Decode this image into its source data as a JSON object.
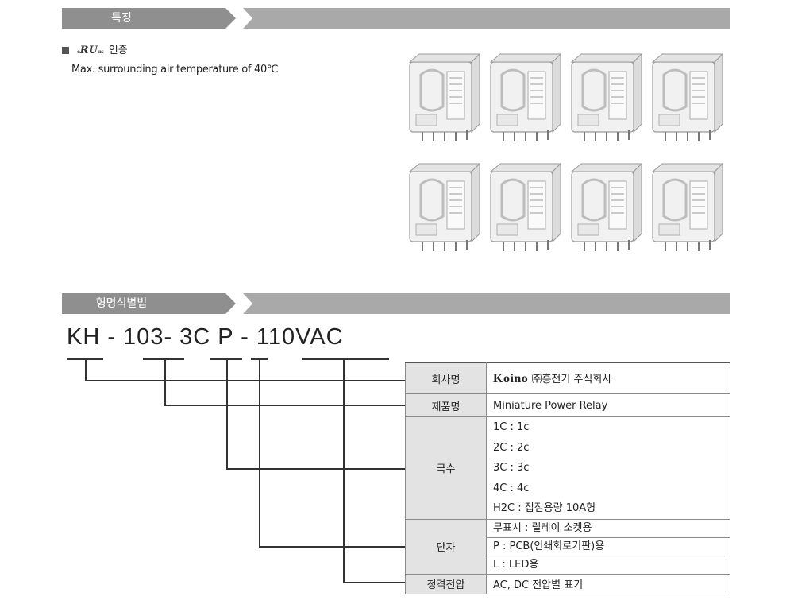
{
  "sections": {
    "features": "특징",
    "naming": "형명식별법"
  },
  "features": {
    "ul_mark": "RU",
    "ul_c": "c",
    "ul_us": "us",
    "certification": "인증",
    "description": "Max. surrounding air temperature of 40℃"
  },
  "code": {
    "text": "KH - 103- 3C P - 110VAC"
  },
  "table": {
    "company_key": "회사명",
    "company_logo": "Koino",
    "company_value": "㈜흥전기 주식회사",
    "product_key": "제품명",
    "product_value": "Miniature Power Relay",
    "poles_key": "극수",
    "poles_values": [
      "1C : 1c",
      "2C : 2c",
      "3C : 3c",
      "4C : 4c",
      "H2C : 접점용량 10A형"
    ],
    "terminal_key": "단자",
    "terminal_values": [
      "무표시 : 릴레이 소켓용",
      "P : PCB(인쇄회로기판)용",
      "L : LED용"
    ],
    "voltage_key": "정격전압",
    "voltage_value": "AC, DC 전압별 표기"
  },
  "colors": {
    "header_bar": "#a9a9a9",
    "header_tab": "#8f8f8f",
    "table_key_bg": "#e3e3e3"
  }
}
